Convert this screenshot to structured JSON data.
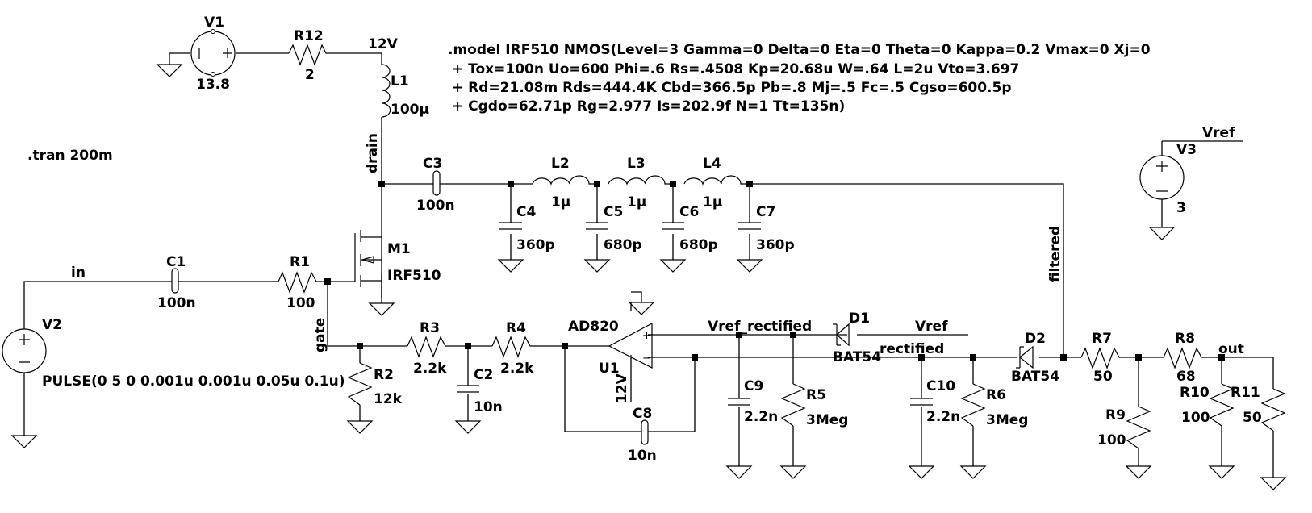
{
  "schematic": {
    "directives": {
      "tran": ".tran 200m",
      "model_lines": [
        ".model IRF510 NMOS(Level=3 Gamma=0 Delta=0 Eta=0 Theta=0 Kappa=0.2 Vmax=0 Xj=0",
        "+ Tox=100n Uo=600 Phi=.6 Rs=.4508 Kp=20.68u W=.64 L=2u Vto=3.697",
        "+ Rd=21.08m Rds=444.4K Cbd=366.5p Pb=.8 Mj=.5 Fc=.5 Cgso=600.5p",
        "+ Cgdo=62.71p Rg=2.977 Is=202.9f N=1 Tt=135n)"
      ]
    },
    "components": {
      "V1": {
        "name": "V1",
        "value": "13.8"
      },
      "V2": {
        "name": "V2",
        "value": "PULSE(0 5 0 0.001u 0.001u 0.05u 0.1u)"
      },
      "V3": {
        "name": "V3",
        "value": "3"
      },
      "R1": {
        "name": "R1",
        "value": "100"
      },
      "R2": {
        "name": "R2",
        "value": "12k"
      },
      "R3": {
        "name": "R3",
        "value": "2.2k"
      },
      "R4": {
        "name": "R4",
        "value": "2.2k"
      },
      "R5": {
        "name": "R5",
        "value": "3Meg"
      },
      "R6": {
        "name": "R6",
        "value": "3Meg"
      },
      "R7": {
        "name": "R7",
        "value": "50"
      },
      "R8": {
        "name": "R8",
        "value": "68"
      },
      "R9": {
        "name": "R9",
        "value": "100"
      },
      "R10": {
        "name": "R10",
        "value": "100"
      },
      "R11": {
        "name": "R11",
        "value": "50"
      },
      "R12": {
        "name": "R12",
        "value": "2"
      },
      "C1": {
        "name": "C1",
        "value": "100n"
      },
      "C2": {
        "name": "C2",
        "value": "10n"
      },
      "C3": {
        "name": "C3",
        "value": "100n"
      },
      "C4": {
        "name": "C4",
        "value": "360p"
      },
      "C5": {
        "name": "C5",
        "value": "680p"
      },
      "C6": {
        "name": "C6",
        "value": "680p"
      },
      "C7": {
        "name": "C7",
        "value": "360p"
      },
      "C8": {
        "name": "C8",
        "value": "10n"
      },
      "C9": {
        "name": "C9",
        "value": "2.2n"
      },
      "C10": {
        "name": "C10",
        "value": "2.2n"
      },
      "L1": {
        "name": "L1",
        "value": "100µ"
      },
      "L2": {
        "name": "L2",
        "value": "1µ"
      },
      "L3": {
        "name": "L3",
        "value": "1µ"
      },
      "L4": {
        "name": "L4",
        "value": "1µ"
      },
      "M1": {
        "name": "M1",
        "value": "IRF510"
      },
      "U1": {
        "name": "U1",
        "value": "AD820",
        "supply": "12V"
      },
      "D1": {
        "name": "D1",
        "value": "BAT54"
      },
      "D2": {
        "name": "D2",
        "value": "BAT54"
      }
    },
    "nets": {
      "v12": "12V",
      "drain": "drain",
      "in": "in",
      "gate": "gate",
      "filtered": "filtered",
      "vref": "Vref",
      "vref_rect": "Vref_rectified",
      "vref2": "Vref",
      "rectified": "rectified",
      "out": "out"
    }
  }
}
